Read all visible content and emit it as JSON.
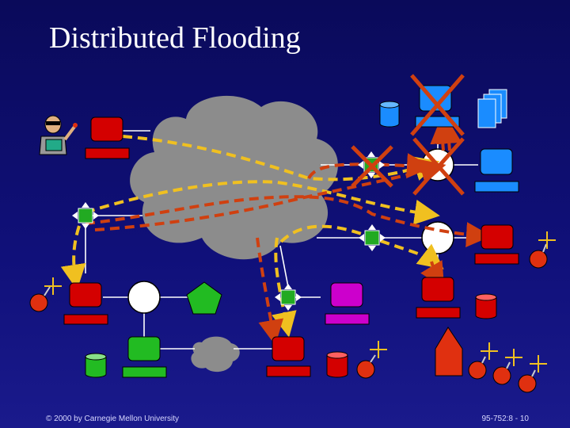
{
  "title": "Distributed Flooding",
  "footer": {
    "copyright": "© 2000 by Carnegie Mellon University",
    "slide_number": "95-752:8 - 10"
  },
  "colors": {
    "background": "#10107a",
    "cloud": "#8c8c8c",
    "host_red": "#d40000",
    "host_blue": "#1a8cff",
    "host_green": "#22bb22",
    "host_magenta": "#cc00cc",
    "attack_path": "#d04010",
    "flood_path": "#f0c020",
    "bomb": "#e03010"
  },
  "icons": [
    "attacker-icon",
    "router-icon",
    "bomb-icon",
    "cross-out-icon",
    "cloud-icon",
    "database-icon",
    "pentagon-icon",
    "house-icon"
  ]
}
